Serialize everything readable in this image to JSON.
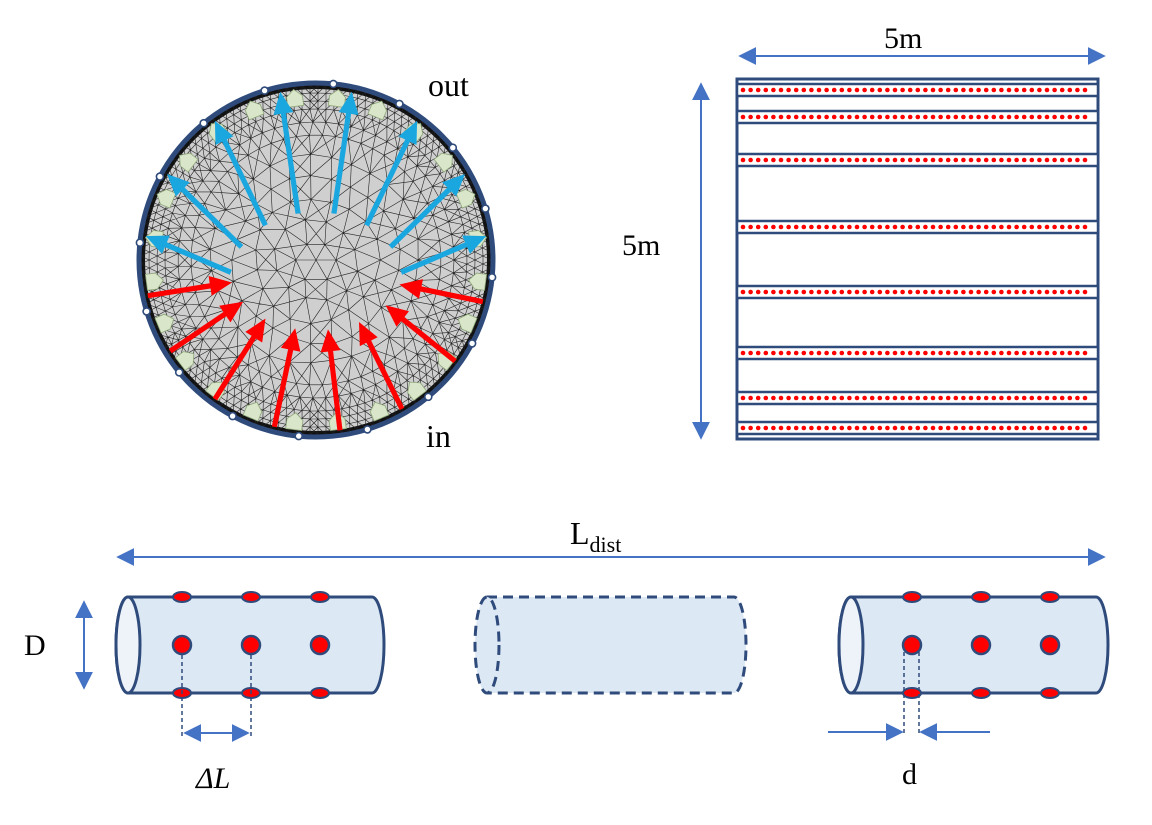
{
  "labels": {
    "out": "out",
    "in": "in",
    "width": "5m",
    "height": "5m",
    "distance_main": "L",
    "distance_sub": "dist",
    "diameter": "D",
    "spacing": "ΔL",
    "hole_diameter": "d"
  },
  "colors": {
    "outline": "#2f4b7c",
    "arrow_blue": "#4472c4",
    "out_arrow": "#1aa7e0",
    "in_arrow": "#ff0000",
    "pipe_fill": "#dde8f5",
    "hole_red": "#ff0000",
    "mesh_fill": "#cfcfcf",
    "mesh_line": "#222222",
    "port_fill": "#d9e6c9",
    "out_text": "#1aa7e0",
    "in_text": "#ff0000"
  }
}
